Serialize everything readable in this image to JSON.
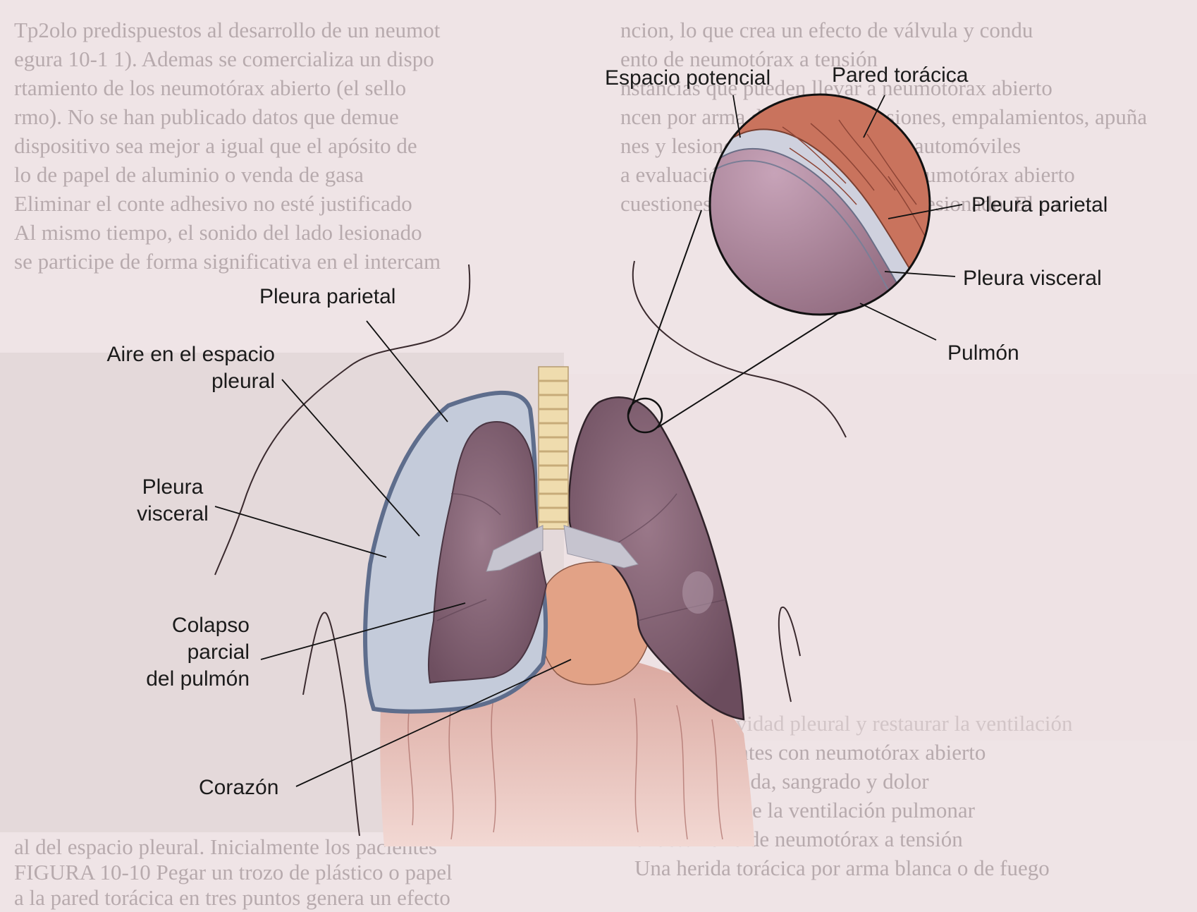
{
  "labels": {
    "espacio_potencial": "Espacio potencial",
    "pared_toracica": "Pared torácica",
    "pleura_parietal_inset": "Pleura parietal",
    "pleura_visceral_inset": "Pleura visceral",
    "pulmon": "Pulmón",
    "pleura_parietal_main": "Pleura parietal",
    "aire_line1": "Aire en el espacio",
    "aire_line2": "pleural",
    "pleura_visceral_line1": "Pleura",
    "pleura_visceral_line2": "visceral",
    "colapso_line1": "Colapso",
    "colapso_line2": "parcial",
    "colapso_line3": "del pulmón",
    "corazon": "Corazón"
  },
  "background_text": {
    "top_left": [
      "Tp2olo predispuestos al desarrollo de un neumot",
      "egura 10-1 1). Ademas se comercializa un dispo",
      "rtamiento de los neumotórax abierto (el sello",
      "rmo). No se han publicado datos que demue",
      "dispositivo sea mejor a igual que el apósito de",
      "lo de papel de aluminio o venda de gasa",
      "Eliminar el conte adhesivo no esté justificado",
      "Al mismo tiempo, el sonido del lado lesionado",
      "se participe de forma significativa en el intercam"
    ],
    "top_right": [
      "ncion, lo que crea un efecto de válvula y condu",
      "ento de neumotórax a tensión",
      "nstancias que pueden llevar a neumotórax abierto",
      "ncen por arma de fuego, explosiones, empalamientos, apuña",
      "nes y lesiones por impacto, y por automóviles",
      "a evaluación de un paciente con neumotórax abierto",
      "cuestiones como la naturaleza del lesionado. El pa"
    ],
    "bottom_left": [
      "al del espacio pleural. Inicialmente los pacientes",
      "FIGURA 10-10 Pegar un trozo de plástico o papel",
      "a la pared torácica en tres puntos genera un efecto"
    ],
    "bottom_right": [
      "nes de la cavidad pleural y restaurar la ventilación",
      "de los pacientes con neumotórax abierto",
      "lesión profunda, sangrado y dolor",
      "no evidente de la ventilación pulmonar",
      "el desarrollo de neumotórax a tensión",
      "Una herida torácica por arma blanca o de fuego"
    ]
  },
  "colors": {
    "lung": "#866475",
    "lung_dark": "#5d4453",
    "pleural_air": "#c8cedc",
    "pleura_outline": "#62708f",
    "chest_wall": "#c8745f",
    "heart": "#e0a48a",
    "trachea": "#eedbae",
    "diaphragm": "#e7b3a9",
    "page": "#efe4e6"
  }
}
